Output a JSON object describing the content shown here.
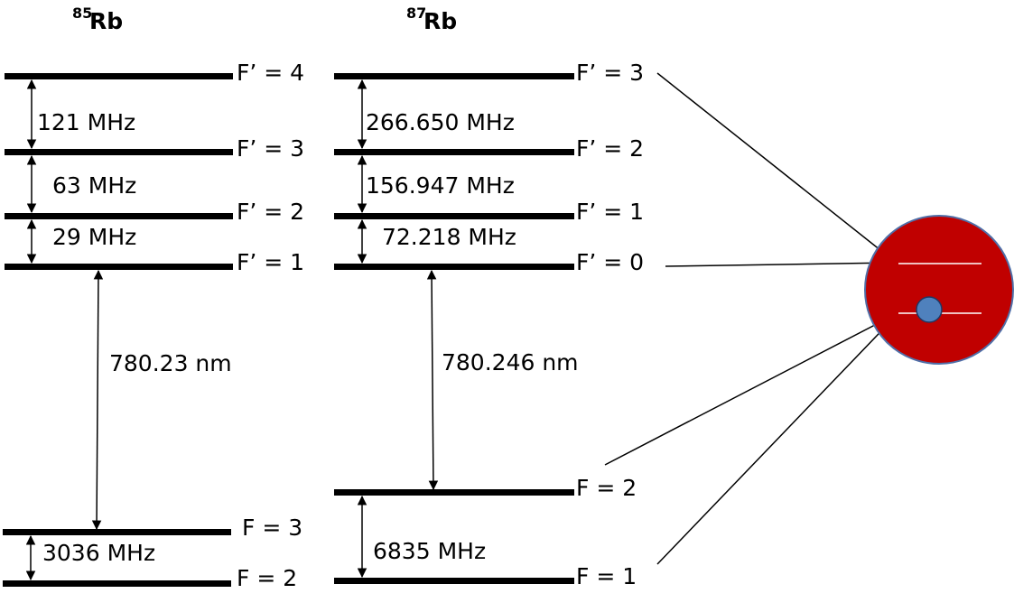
{
  "titles": {
    "rb85_mass": "85",
    "rb85_element": "Rb",
    "rb87_mass": "87",
    "rb87_element": "Rb"
  },
  "rb85": {
    "excited_levels": [
      "F’ = 4",
      "F’ = 3",
      "F’ = 2",
      "F’ = 1"
    ],
    "excited_splittings": [
      "121 MHz",
      "63 MHz",
      "29 MHz"
    ],
    "ground_levels": [
      "F = 3",
      "F = 2"
    ],
    "ground_splitting": "3036 MHz",
    "transition": "780.23 nm"
  },
  "rb87": {
    "excited_levels": [
      "F’ = 3",
      "F’ = 2",
      "F’ = 1",
      "F’ = 0"
    ],
    "excited_splittings": [
      "266.650 MHz",
      "156.947 MHz",
      "72.218 MHz"
    ],
    "ground_levels": [
      "F = 2",
      "F = 1"
    ],
    "ground_splitting": "6835 MHz",
    "transition": "780.246 nm"
  },
  "colors": {
    "level_line": "#000000",
    "atom_fill": "#C00000",
    "atom_stroke": "#4F6FA8",
    "electron_fill": "#4F81BD",
    "atom_level_line": "#FFFFFF"
  }
}
